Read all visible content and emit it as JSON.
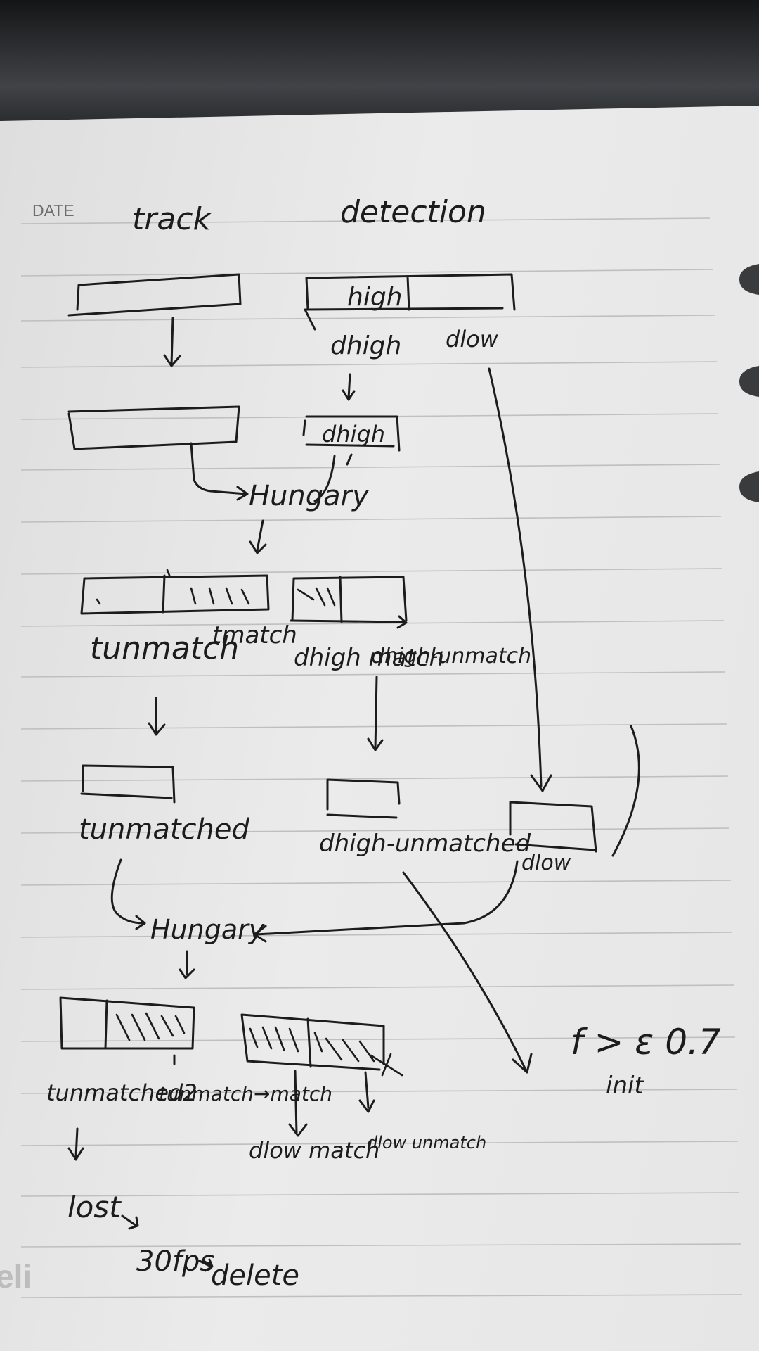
{
  "diagram": {
    "header": {
      "date_label": "DATE",
      "track_title": "track",
      "detection_title": "detection"
    },
    "labels": {
      "high": "high",
      "d_high": "dhigh",
      "d_low": "dlow",
      "d_high_box": "dhigh",
      "hungary_1": "Hungary",
      "t_unmatch": "tunmatch",
      "t_match": "tmatch",
      "d_high_match": "dhigh match",
      "d_high_unmatch": "dhigh-unmatch",
      "t_unmatched": "tunmatched",
      "d_high_unmatched": "dhigh-unmatched",
      "d_low_box": "dlow",
      "hungary_2": "Hungary",
      "t_unmatched2": "tunmatched2",
      "t_unmatch_match": "tunmatch→match",
      "d_low_match": "dlow match",
      "d_low_unmatch": "dlow unmatch",
      "f_cond": "f > ε 0.7",
      "init": "init",
      "lost": "lost",
      "fps30": "30fps",
      "delete": "delete"
    },
    "notebook_brand": "eli"
  }
}
